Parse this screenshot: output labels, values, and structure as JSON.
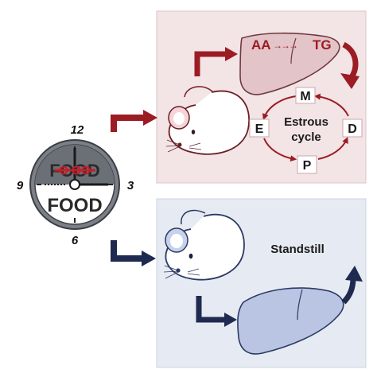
{
  "clock": {
    "numbers": {
      "top": "12",
      "right": "3",
      "bottom": "6",
      "left": "9"
    },
    "food_top": "FOOD",
    "food_bottom": "FOOD"
  },
  "top_panel": {
    "pathway": {
      "from": "AA",
      "arrows": "→→→",
      "to": "TG"
    },
    "cycle": {
      "center_line1": "Estrous",
      "center_line2": "cycle",
      "stages": {
        "top": "M",
        "right": "D",
        "bottom": "P",
        "left": "E"
      }
    }
  },
  "bottom_panel": {
    "label": "Standstill"
  },
  "colors": {
    "top_panel_bg": "#f3e4e6",
    "bottom_panel_bg": "#e6eaf2",
    "red_arrow": "#9b1c22",
    "navy_arrow": "#1e2a4f",
    "liver_pink": "#e3c4c8",
    "liver_blue": "#b9c5e3"
  }
}
